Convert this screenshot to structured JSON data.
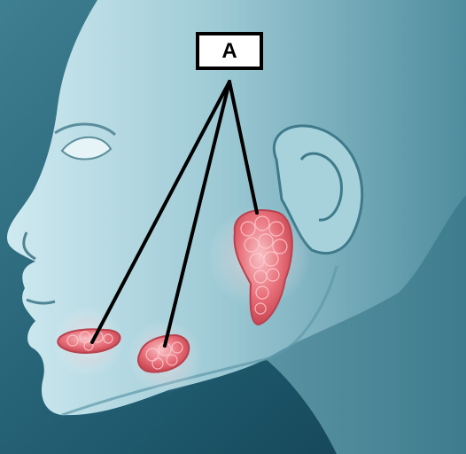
{
  "figure": {
    "subject": "salivary-glands-side-view",
    "callout_label": "A",
    "colors": {
      "background": "#1f5a6e",
      "skin_light": "#bfe0e8",
      "skin_mid": "#7fb3c2",
      "skin_dark": "#2f6f82",
      "gland": "#e8707a",
      "gland_light": "#f6b3b8",
      "leader_line": "#000000"
    },
    "glands": [
      {
        "name": "parotid-gland"
      },
      {
        "name": "submandibular-gland"
      },
      {
        "name": "sublingual-gland"
      }
    ]
  }
}
